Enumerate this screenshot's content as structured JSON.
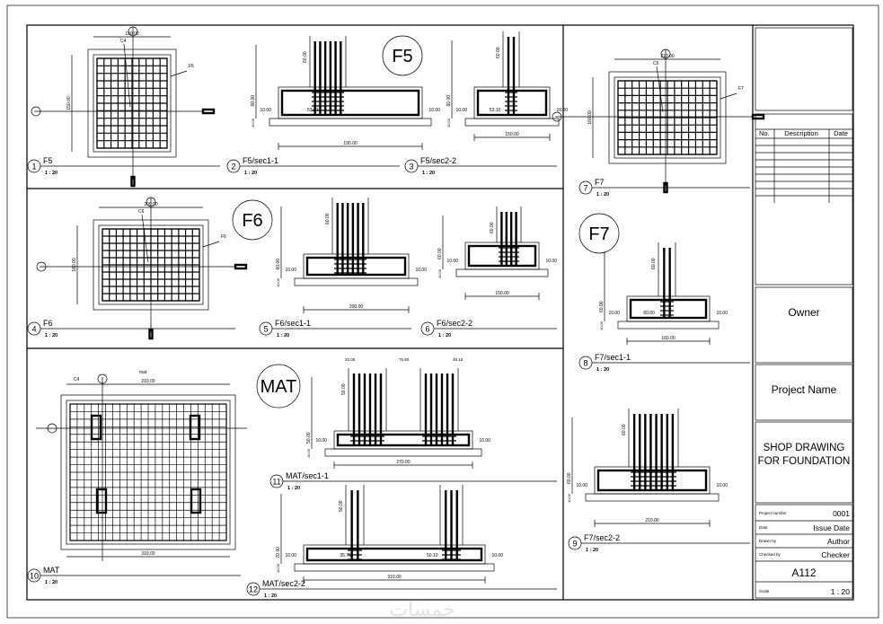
{
  "sheet": {
    "watermark": "خمسات",
    "big_labels": [
      "F5",
      "F6",
      "F7",
      "MAT"
    ]
  },
  "views": [
    {
      "num": "1",
      "title": "F5",
      "scale": "1 : 20",
      "dims": [
        "150.00",
        "150.00",
        "C4",
        "F5"
      ]
    },
    {
      "num": "2",
      "title": "F5/sec1-1",
      "scale": "1 : 20",
      "dims": [
        "60.00",
        "60.00",
        "10.00",
        "10.00",
        "10.00",
        "53.07",
        "190.00"
      ]
    },
    {
      "num": "3",
      "title": "F5/sec2-2",
      "scale": "1 : 20",
      "dims": [
        "60.00",
        "60.00",
        "10.00",
        "10.00",
        "10.00",
        "53.10",
        "150.00"
      ]
    },
    {
      "num": "4",
      "title": "F6",
      "scale": "1 : 20",
      "dims": [
        "200.00",
        "160.00",
        "C6",
        "F6"
      ]
    },
    {
      "num": "5",
      "title": "F6/sec1-1",
      "scale": "1 : 20",
      "dims": [
        "60.00",
        "60.00",
        "10.00",
        "10.00",
        "10.00",
        "",
        "200.00"
      ]
    },
    {
      "num": "6",
      "title": "F6/sec2-2",
      "scale": "1 : 20",
      "dims": [
        "60.00",
        "60.00",
        "10.00",
        "10.00",
        "10.00",
        "",
        "150.00"
      ]
    },
    {
      "num": "7",
      "title": "F7",
      "scale": "1 : 20",
      "dims": [
        "210.00",
        "160.00",
        "C6",
        "F7"
      ]
    },
    {
      "num": "8",
      "title": "F7/sec1-1",
      "scale": "1 : 20",
      "dims": [
        "60.00",
        "60.00",
        "10.00",
        "10.00",
        "10.00",
        "60.00",
        "160.00"
      ]
    },
    {
      "num": "9",
      "title": "F7/sec2-2",
      "scale": "1 : 20",
      "dims": [
        "60.00",
        "60.00",
        "10.00",
        "10.00",
        "10.00",
        "",
        "210.00"
      ]
    },
    {
      "num": "10",
      "title": "MAT",
      "scale": "1 : 20",
      "dims": [
        "310.00",
        "210.00",
        "C4",
        "mat"
      ]
    },
    {
      "num": "11",
      "title": "MAT/sec1-1",
      "scale": "1 : 20",
      "dims": [
        "50.00",
        "50.00",
        "10.00",
        "10.00",
        "10.00",
        "",
        "270.00",
        "20.05",
        "75.80",
        "49.15"
      ]
    },
    {
      "num": "12",
      "title": "MAT/sec2-2",
      "scale": "1 : 20",
      "dims": [
        "70.00",
        "50.00",
        "10.00",
        "10.00",
        "10.00",
        "35.75",
        "310.00",
        "50.10"
      ]
    }
  ],
  "title_block": {
    "revisions": {
      "headers": [
        "No.",
        "Description",
        "Date"
      ],
      "rows": 8
    },
    "owner": "Owner",
    "project_name": "Project Name",
    "drawing_title_line1": "SHOP DRAWING",
    "drawing_title_line2": "FOR FOUNDATION",
    "project_number_label": "Project number",
    "project_number": "0001",
    "date_label": "Date",
    "date": "Issue Date",
    "drawn_by_label": "Drawn by",
    "drawn_by": "Author",
    "checked_by_label": "Checked by",
    "checked_by": "Checker",
    "sheet_number": "A112",
    "scale_label": "Scale",
    "scale": "1 : 20"
  }
}
